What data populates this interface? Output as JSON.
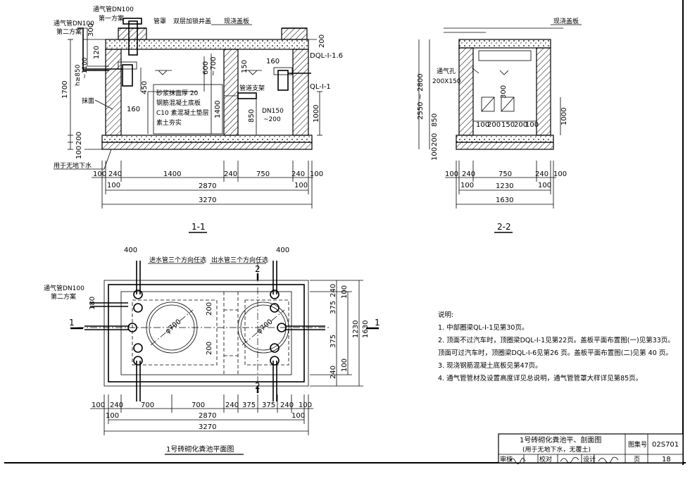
{
  "section_1_1": {
    "title": "1-1",
    "labels": {
      "vent_pipe_alt": "通气管DN100",
      "vent_alt_scheme": "第二方案",
      "vent_pipe": "通气管DN100",
      "vent_scheme1": "第一方案",
      "pipe_cover": "管罩",
      "well_cover": "双层加锁井盖",
      "cast_slab": "现浇盖板",
      "beam_dql6": "DQL-I-1.6",
      "beam_dql1": "QL-I-1",
      "h_label": "h≥850",
      "h_label2": "~1100",
      "plaster": "抹面",
      "mortar": "砂浆抹面厚 20",
      "slab": "钢筋混凝土底板",
      "c10": "C10 素混凝土垫层",
      "soil": "素土夯实",
      "pipe_support": "管道支架",
      "dn150": "DN150",
      "dn150_b": "~200",
      "groundwater": "用于无地下水"
    },
    "dims": {
      "d300": "300",
      "d200": "200",
      "d120": "120",
      "d600": "600",
      "d700": "~700",
      "d450": "450",
      "d160a": "160",
      "d160b": "160",
      "d150": "150",
      "d1400v": "1400",
      "d1700": "1700",
      "d850": "850",
      "d1000": "1000",
      "d200b": "200",
      "d100b": "100",
      "b100a": "100",
      "b240a": "240",
      "b1400": "1400",
      "b240b": "240",
      "b750": "750",
      "b240c": "240",
      "b100b": "100",
      "b100c": "100",
      "b100d": "100",
      "b2870": "2870",
      "b3270": "3270"
    }
  },
  "section_2_2": {
    "title": "2-2",
    "labels": {
      "cast_slab": "现浇盖板",
      "vent_hole": "通气孔",
      "vent_size": "200X150"
    },
    "dims": {
      "d2550": "2550 ~ 2800",
      "d850": "850",
      "d200": "200",
      "d100": "100",
      "d1000": "1000",
      "d300": "300",
      "i100a": "100",
      "i200": "200",
      "i150": "150",
      "i200b": "200",
      "i100b": "100",
      "b100a": "100",
      "b240a": "240",
      "b750": "750",
      "b240b": "240",
      "b100b": "100",
      "b100c": "100",
      "b100d": "100",
      "b1230": "1230",
      "b1630": "1630"
    }
  },
  "plan": {
    "title": "1号砖砌化粪池平面图",
    "labels": {
      "inlet": "进水管三个方向任选",
      "outlet": "出水管三个方向任选",
      "vent": "通气管DN100",
      "vent_scheme": "第二方案",
      "d400a": "400",
      "d400b": "400",
      "d180": "180",
      "cut1_left": "1",
      "cut1_right": "1",
      "cut2_top": "2",
      "cut2_bottom": "2",
      "phi1": "φ700",
      "phi2": "φ700",
      "d200a": "200",
      "d200b": "200"
    },
    "dims_right": {
      "r240a": "240",
      "r100a": "100",
      "r375a": "375",
      "r375b": "375",
      "r100b": "100",
      "r240b": "240",
      "r1230": "1230",
      "r1630": "1630"
    },
    "dims_bottom": {
      "b100a": "100",
      "b240a": "240",
      "b700a": "700",
      "b700b": "700",
      "b240b": "240",
      "b375a": "375",
      "b375b": "375",
      "b240c": "240",
      "b100b": "100",
      "b100c": "100",
      "b100d": "100",
      "b2870": "2870",
      "b3270": "3270"
    }
  },
  "notes": {
    "heading": "说明:",
    "lines": [
      "1. 中部圈梁QL-I-1见第30页。",
      "2. 顶面不过汽车时，顶圈梁DQL-I-1见第22页。盖板平面布置图(一)见第33页。",
      "   顶面可过汽车时，顶圈梁DQL-I-6见第26 页。盖板平面布置图(二)见第 40 页。",
      "3. 现浇钢筋混凝土底板见第47页。",
      "4. 通气管管材及设置高度详见总说明，通气管管罩大样详见第85页。"
    ]
  },
  "title_block": {
    "title": "1号砖砌化粪池平、剖面图",
    "subtitle": "(用于无地下水，无覆土)",
    "atlas_label": "图集号",
    "atlas_no": "02S701",
    "review": "审核",
    "check": "校对",
    "design": "设计",
    "page_label": "页",
    "page_no": "18"
  }
}
